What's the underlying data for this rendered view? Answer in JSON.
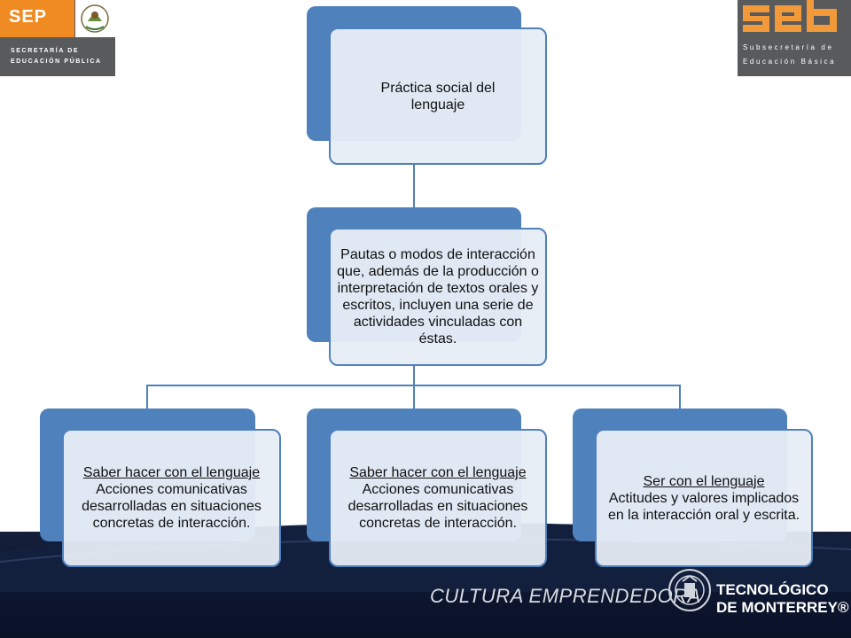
{
  "logos": {
    "sep": {
      "acronym": "SEP",
      "line1": "SECRETARÍA DE",
      "line2": "EDUCACIÓN PÚBLICA"
    },
    "seb": {
      "line1": "Subsecretaría de",
      "line2": "Educación Básica"
    },
    "footer": {
      "slogan": "CULTURA EMPRENDEDORA",
      "tec_line1": "TECNOLÓGICO",
      "tec_line2": "DE MONTERREY®"
    }
  },
  "diagram": {
    "root": {
      "text": "Práctica social del lenguaje"
    },
    "definition": {
      "text": "Pautas o modos de interacción que, además de la producción o interpretación de textos orales y escritos, incluyen una serie de actividades vinculadas con éstas."
    },
    "children": [
      {
        "title": "Saber hacer con el lenguaje",
        "body": "Acciones comunicativas desarrolladas en situaciones concretas de interacción."
      },
      {
        "title": "Saber hacer con el lenguaje",
        "body": "Acciones comunicativas desarrolladas en situaciones concretas de interacción."
      },
      {
        "title": "Ser con el lenguaje",
        "body": "Actitudes y valores implicados en la interacción oral y escrita."
      }
    ]
  },
  "colors": {
    "accent": "#4f81bd",
    "box_fill": "#e7edf6",
    "footer": "#0d1730",
    "sep_orange": "#ef8b22",
    "logo_gray": "#595a5c"
  }
}
